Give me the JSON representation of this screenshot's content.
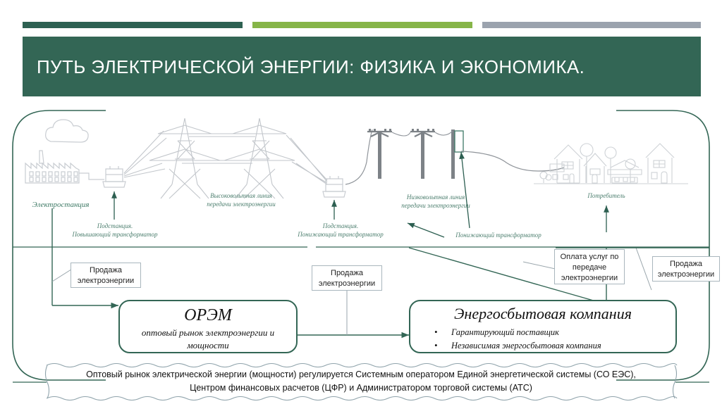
{
  "slide": {
    "title": "ПУТЬ ЭЛЕКТРИЧЕСКОЙ ЭНЕРГИИ: ФИЗИКА И ЭКОНОМИКА.",
    "accent_bars": [
      {
        "name": "dark-green",
        "color": "#2e6152"
      },
      {
        "name": "light-green",
        "color": "#86b548"
      },
      {
        "name": "gray",
        "color": "#9ba3ae"
      }
    ],
    "title_band_color": "#336655",
    "line_color": "#336655",
    "caption_color": "#4d7f6f"
  },
  "physical_layer": {
    "captions": [
      {
        "id": "power-plant",
        "text": "Электростанция"
      },
      {
        "id": "step-up-substation",
        "text": "Подстанция.\nПовышающий трансформатор"
      },
      {
        "id": "high-voltage-line",
        "text": "Высоковольтная линия\nпередачи электроэнергии"
      },
      {
        "id": "step-down-substation",
        "text": "Подстанция.\nПонижающий трансформатор"
      },
      {
        "id": "low-voltage-line",
        "text": "Низковольтная линия\nпередачи электроэнергии"
      },
      {
        "id": "step-down-transformer",
        "text": "Понижающий трансформатор"
      },
      {
        "id": "consumer",
        "text": "Потребитель"
      }
    ]
  },
  "economic_layer": {
    "callouts": [
      {
        "id": "sale-1",
        "text": "Продажа\nэлектроэнергии"
      },
      {
        "id": "sale-2",
        "text": "Продажа\nэлектроэнергии"
      },
      {
        "id": "transmission-fee",
        "text": "Оплата услуг по\nпередаче\nэлектроэнергии"
      },
      {
        "id": "sale-3",
        "text": "Продажа\nэлектроэнергии"
      }
    ],
    "boxes": [
      {
        "id": "orem",
        "title": "ОРЭМ",
        "subtitle": "оптовый рынок электроэнергии и\nмощности"
      },
      {
        "id": "energy-retail-company",
        "title": "Энергосбытовая компания",
        "items": [
          "Гарантирующий поставщик",
          "Независимая энергосбытовая компания"
        ]
      }
    ]
  },
  "footer": {
    "text": "Оптовый рынок электрической энергии (мощности) регулируется Системным оператором Единой энергетической системы (СО ЕЭС),\nЦентром финансовых расчетов (ЦФР) и Администратором торговой системы (АТС)"
  }
}
